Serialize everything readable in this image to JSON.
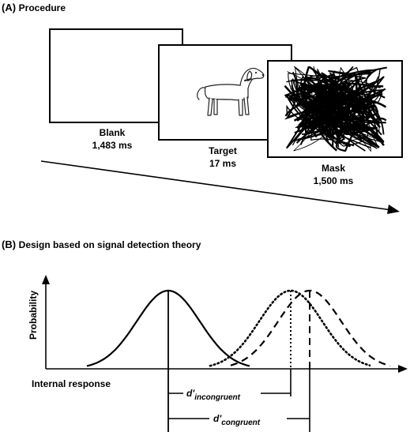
{
  "panel_a": {
    "label": "(A)",
    "title": "Procedure",
    "frames": [
      {
        "name": "Blank",
        "duration": "1,483 ms"
      },
      {
        "name": "Target",
        "duration": "17 ms"
      },
      {
        "name": "Mask",
        "duration": "1,500 ms"
      }
    ]
  },
  "panel_b": {
    "label": "(B)",
    "title": "Design based on signal detection theory",
    "y_axis_label": "Probability",
    "x_axis_label": "Internal response",
    "d_incongruent": {
      "main": "d'",
      "sub": "incongruent"
    },
    "d_congruent": {
      "main": "d'",
      "sub": "congruent"
    }
  }
}
